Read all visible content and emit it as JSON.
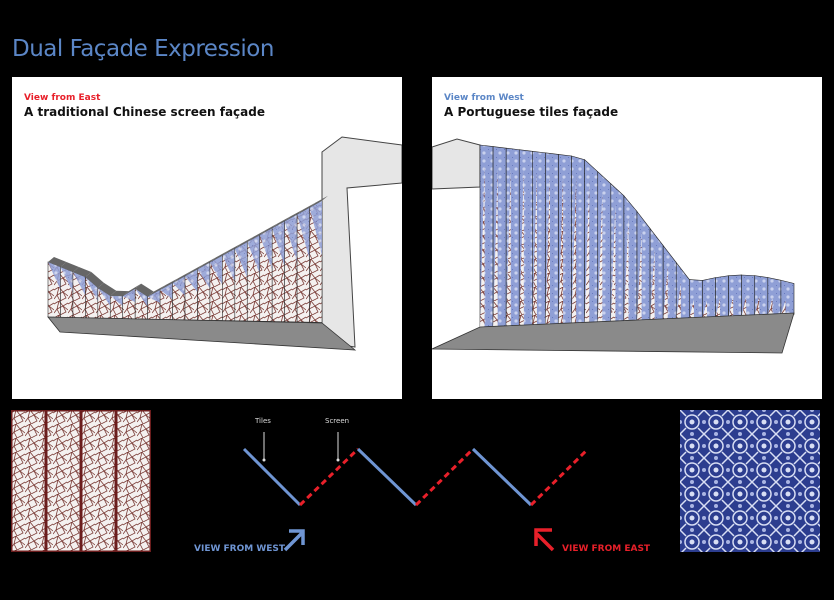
{
  "title": "Dual Façade Expression",
  "panels": [
    {
      "view": "View from East",
      "caption": "A traditional Chinese screen façade",
      "view_color": "#e8202a"
    },
    {
      "view": "View from West",
      "caption": "A Portuguese tiles façade",
      "view_color": "#5b86c6"
    }
  ],
  "diagram": {
    "tiles_label": "Tiles",
    "screen_label": "Screen",
    "west_label": "VIEW FROM WEST",
    "east_label": "VIEW FROM EAST",
    "tiles_color": "#6f95d3",
    "screen_color": "#e8202a"
  }
}
